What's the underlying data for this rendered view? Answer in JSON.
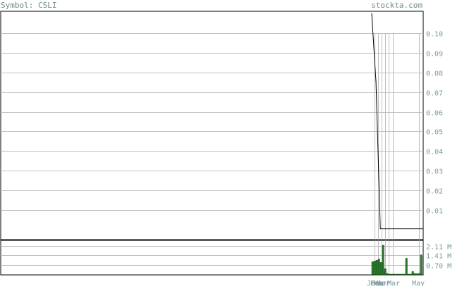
{
  "header": {
    "symbol_label": "Symbol: CSLI",
    "brand": "stockta.com"
  },
  "colors": {
    "background": "#ffffff",
    "grid": "#c0c0c0",
    "axis_text": "#7a9a9a",
    "header_text": "#708a8a",
    "price_line": "#000000",
    "volume_bar": "#2e7d2e",
    "volume_bar_edge": "#003300"
  },
  "chart_data": [
    {
      "type": "line",
      "title": "",
      "ylim": [
        0,
        0.11
      ],
      "y_ticks": [
        0.01,
        0.02,
        0.03,
        0.04,
        0.05,
        0.06,
        0.07,
        0.08,
        0.09,
        0.1
      ],
      "y_tick_labels": [
        "0.01",
        "0.02",
        "0.03",
        "0.04",
        "0.05",
        "0.06",
        "0.07",
        "0.08",
        "0.09",
        "0.10"
      ],
      "grid": true,
      "series": [
        {
          "x": [
            0,
            1,
            2,
            3,
            4,
            5,
            6,
            7,
            8,
            9,
            10,
            11,
            12
          ],
          "values": [
            0.11,
            0.075,
            0.0005,
            0.0005,
            0.0005,
            0.0005,
            0.0005,
            0.0005,
            0.0005,
            0.0005,
            0.0005,
            0.0005,
            0.0005
          ]
        }
      ]
    },
    {
      "type": "bar",
      "ylim": [
        0,
        2.5
      ],
      "y_ticks": [
        0.7,
        1.41,
        2.11
      ],
      "y_tick_labels": [
        "0.70 M",
        "1.41 M",
        "2.11 M"
      ],
      "x_labels": [
        "Jan",
        "Feb",
        "Mar",
        "Apr",
        "Mar",
        "May"
      ],
      "values": [
        0.95,
        1.0,
        1.05,
        1.15,
        0.9,
        2.15,
        0.45,
        0.1,
        0.05,
        0.05,
        0.05,
        0.05,
        0.05,
        0.05,
        0.05,
        0.05,
        1.2,
        0.05,
        0.05,
        0.25,
        0.1,
        0.08,
        0.1,
        1.45
      ]
    }
  ]
}
